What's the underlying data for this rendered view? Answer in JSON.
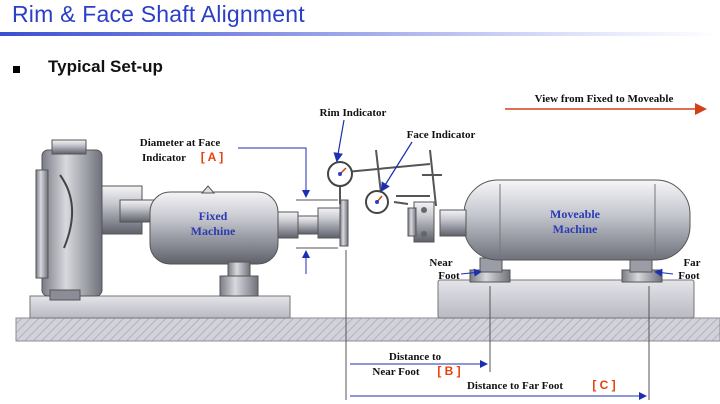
{
  "title": "Rim & Face Shaft Alignment",
  "subtitle": "Typical Set-up",
  "view_label": "View from Fixed to Moveable",
  "rim_indicator": "Rim Indicator",
  "face_indicator": "Face Indicator",
  "diameter_line1": "Diameter at Face",
  "diameter_line2": "Indicator",
  "diameter_tag": "[ A ]",
  "fixed_line1": "Fixed",
  "fixed_line2": "Machine",
  "moveable_line1": "Moveable",
  "moveable_line2": "Machine",
  "near_foot_line1": "Near",
  "near_foot_line2": "Foot",
  "far_foot_line1": "Far",
  "far_foot_line2": "Foot",
  "dist_near_line1": "Distance to",
  "dist_near_line2": "Near Foot",
  "dist_near_tag": "[ B ]",
  "dist_far": "Distance to Far Foot",
  "dist_far_tag": "[ C ]",
  "colors": {
    "title": "#2a3fc7",
    "tag": "#e8400c",
    "machine_label": "#2b3bb0",
    "base": "#cfcfd9"
  }
}
